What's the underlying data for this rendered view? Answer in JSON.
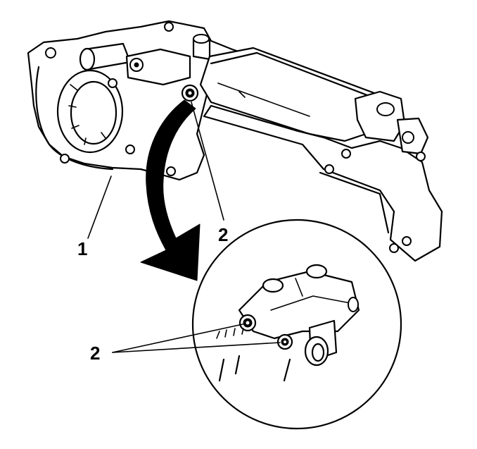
{
  "callouts": {
    "item_1": "1",
    "item_2_main": "2",
    "item_2_detail": "2"
  },
  "colors": {
    "line": "#000000",
    "background": "#ffffff"
  }
}
